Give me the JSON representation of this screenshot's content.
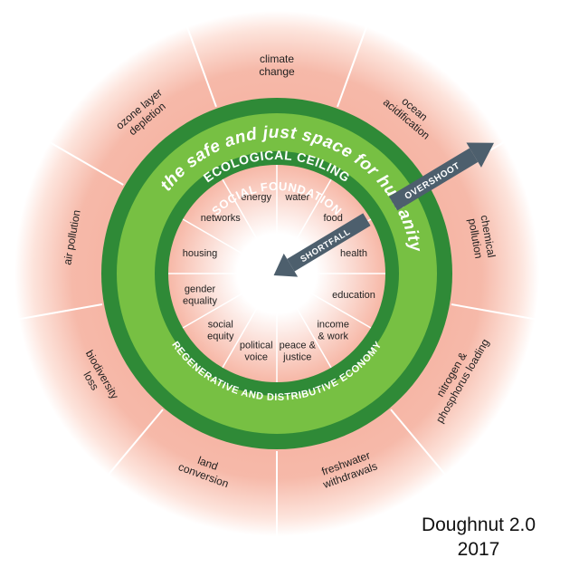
{
  "rings": {
    "ceiling": "ECOLOGICAL CEILING",
    "safe_space": "the safe and just space for humanity",
    "foundation": "SOCIAL FOUNDATION",
    "economy": "REGENERATIVE AND DISTRIBUTIVE ECONOMY"
  },
  "ecological_ceiling": [
    {
      "lines": [
        "climate",
        "change"
      ]
    },
    {
      "lines": [
        "ocean",
        "acidification"
      ]
    },
    {
      "lines": [
        "chemical",
        "pollution"
      ]
    },
    {
      "lines": [
        "nitrogen &",
        "phosphorus loading"
      ]
    },
    {
      "lines": [
        "freshwater",
        "withdrawals"
      ]
    },
    {
      "lines": [
        "land",
        "conversion"
      ]
    },
    {
      "lines": [
        "biodiversity",
        "loss"
      ]
    },
    {
      "lines": [
        "air pollution"
      ]
    },
    {
      "lines": [
        "ozone layer",
        "depletion"
      ]
    }
  ],
  "social_foundation": [
    {
      "lines": [
        "water"
      ]
    },
    {
      "lines": [
        "food"
      ]
    },
    {
      "lines": [
        "health"
      ]
    },
    {
      "lines": [
        "education"
      ]
    },
    {
      "lines": [
        "income",
        "& work"
      ]
    },
    {
      "lines": [
        "peace &",
        "justice"
      ]
    },
    {
      "lines": [
        "political",
        "voice"
      ]
    },
    {
      "lines": [
        "social",
        "equity"
      ]
    },
    {
      "lines": [
        "gender",
        "equality"
      ]
    },
    {
      "lines": [
        "housing"
      ]
    },
    {
      "lines": [
        "networks"
      ]
    },
    {
      "lines": [
        "energy"
      ]
    }
  ],
  "arrows": {
    "overshoot": "OVERSHOOT",
    "shortfall": "SHORTFALL"
  },
  "caption": {
    "title": "Doughnut 2.0",
    "year": "2017"
  },
  "colors": {
    "dark_green": "#2f8a37",
    "light_green": "#77c043",
    "arrow": "#4d5f6d",
    "glow": "#f3a391",
    "spoke": "#ffffff"
  }
}
